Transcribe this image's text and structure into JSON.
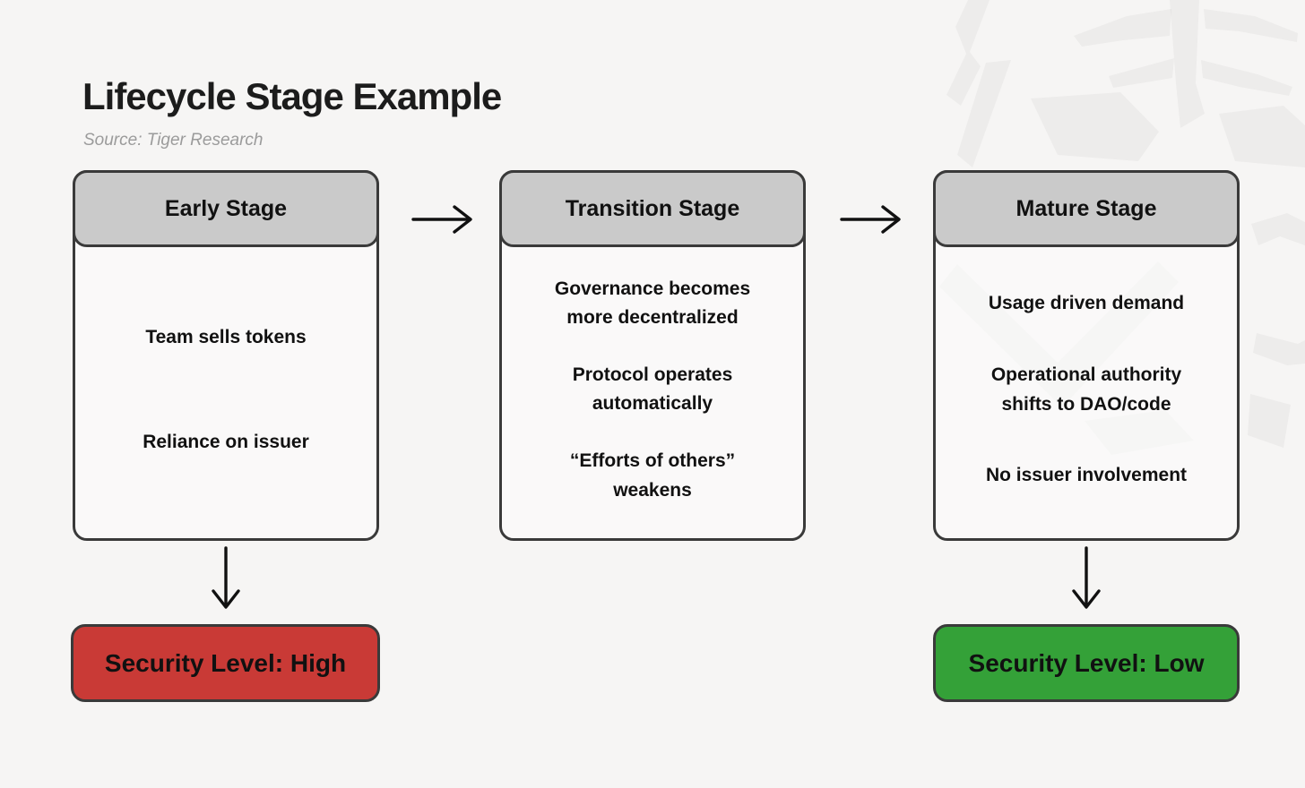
{
  "header": {
    "title": "Lifecycle Stage Example",
    "source": "Source: Tiger Research"
  },
  "colors": {
    "background": "#f6f5f4",
    "title_text": "#1c1c1c",
    "source_text": "#9b9b9b",
    "text": "#111111",
    "arrow": "#111111",
    "border": "#3a3a3a",
    "stage_header_fill": "#cacaca",
    "stage_body_fill": "rgba(252,252,251,0.62)",
    "security_high_fill": "#c93a36",
    "security_low_fill": "#34a138",
    "watermark": "rgba(40,40,40,0.045)"
  },
  "stages": [
    {
      "title": "Early Stage",
      "items": [
        "Team sells tokens",
        "Reliance on issuer"
      ]
    },
    {
      "title": "Transition Stage",
      "items": [
        "Governance becomes\nmore decentralized",
        "Protocol operates\nautomatically",
        "“Efforts of others”\nweakens"
      ]
    },
    {
      "title": "Mature Stage",
      "items": [
        "Usage driven demand",
        "Operational authority\nshifts to DAO/code",
        "No issuer involvement"
      ]
    }
  ],
  "security": {
    "high": "Security Level: High",
    "low": "Security Level: Low"
  }
}
